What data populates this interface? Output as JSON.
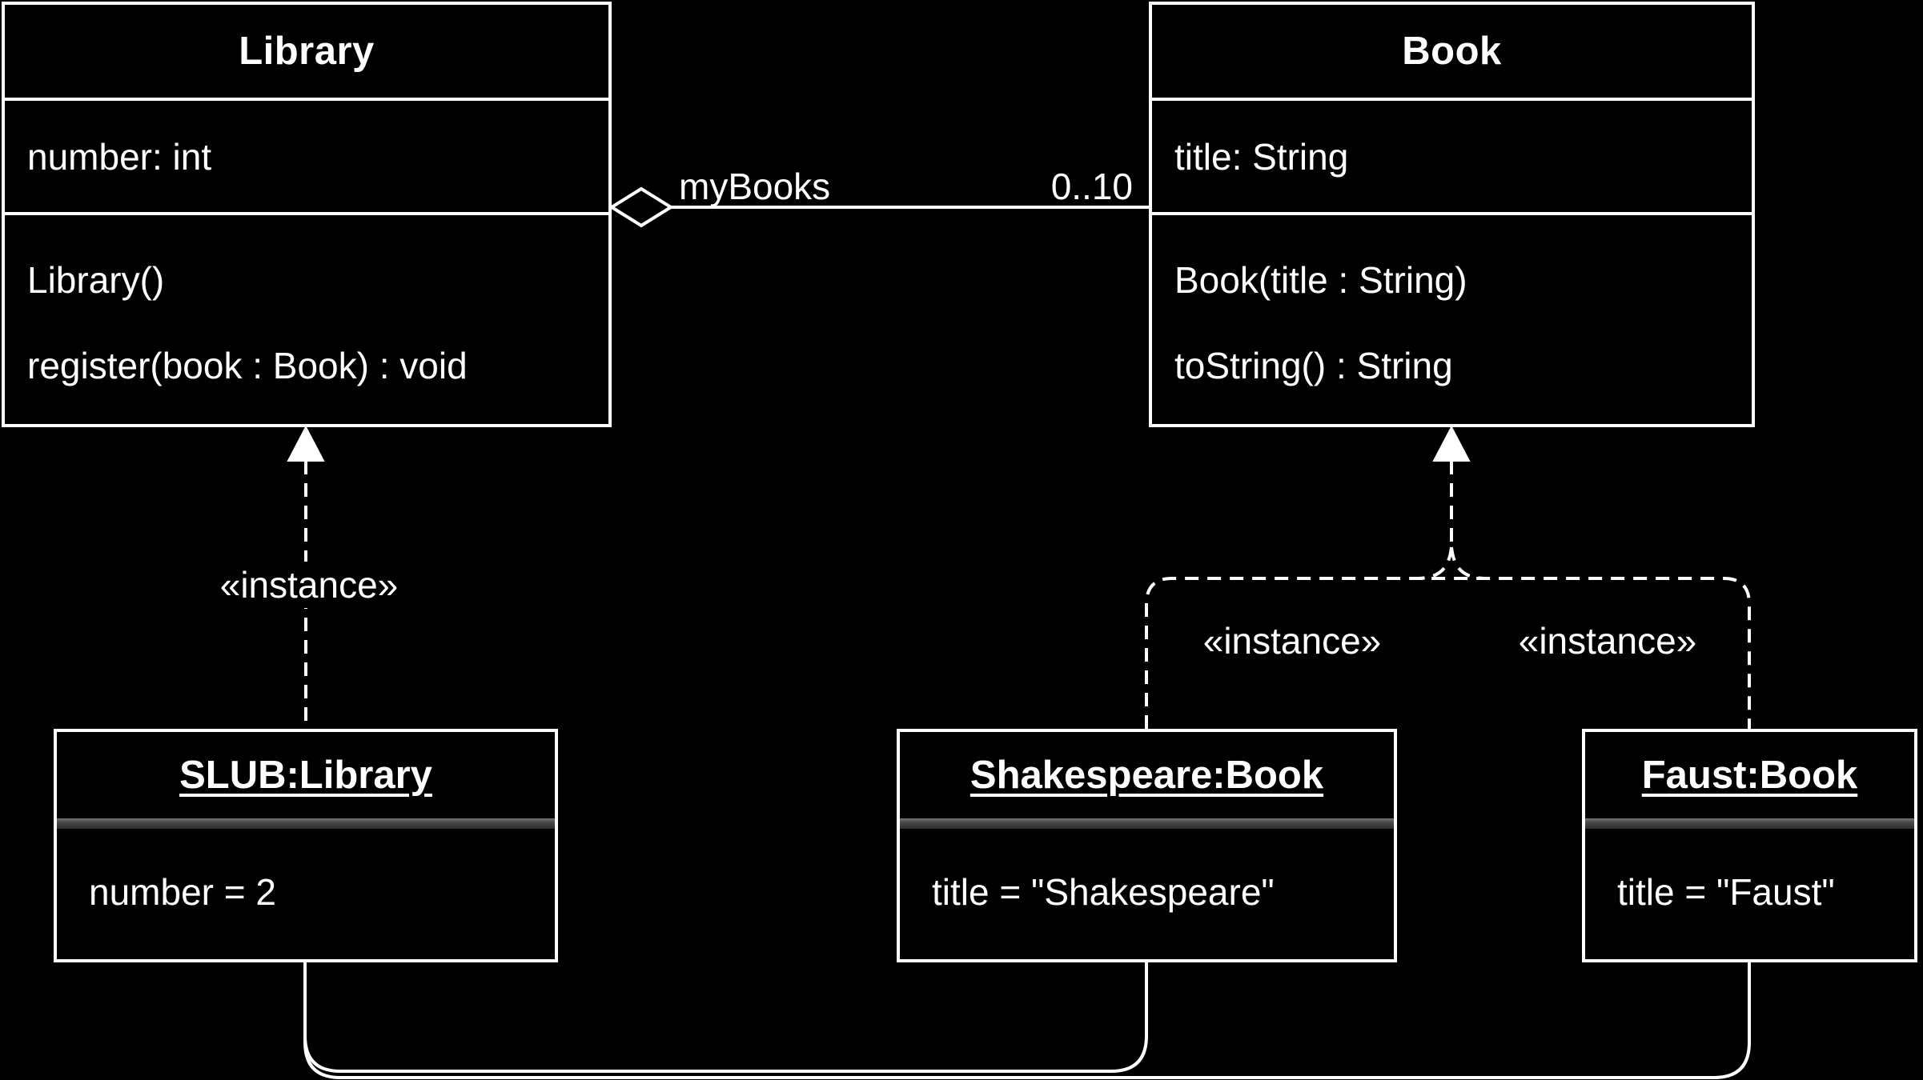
{
  "diagram": {
    "classes": [
      {
        "title": "Library",
        "attributes": [
          "number: int"
        ],
        "methods": [
          "Library()",
          "register(book : Book) : void"
        ]
      },
      {
        "title": "Book",
        "attributes": [
          "title: String"
        ],
        "methods": [
          "Book(title : String)",
          "toString() : String"
        ]
      }
    ],
    "association": {
      "name": "myBooks",
      "multiplicity": "0..10"
    },
    "stereotypes": {
      "library_instance": "«instance»",
      "shakespeare_instance": "«instance»",
      "faust_instance": "«instance»"
    },
    "instances": [
      {
        "title": "SLUB:Library",
        "slots": [
          "number = 2"
        ]
      },
      {
        "title": "Shakespeare:Book",
        "slots": [
          "title = \"Shakespeare\""
        ]
      },
      {
        "title": "Faust:Book",
        "slots": [
          "title = \"Faust\""
        ]
      }
    ],
    "colors": {
      "background": "#000000",
      "foreground": "#ffffff",
      "separator_band": "#4a4a4a"
    }
  }
}
